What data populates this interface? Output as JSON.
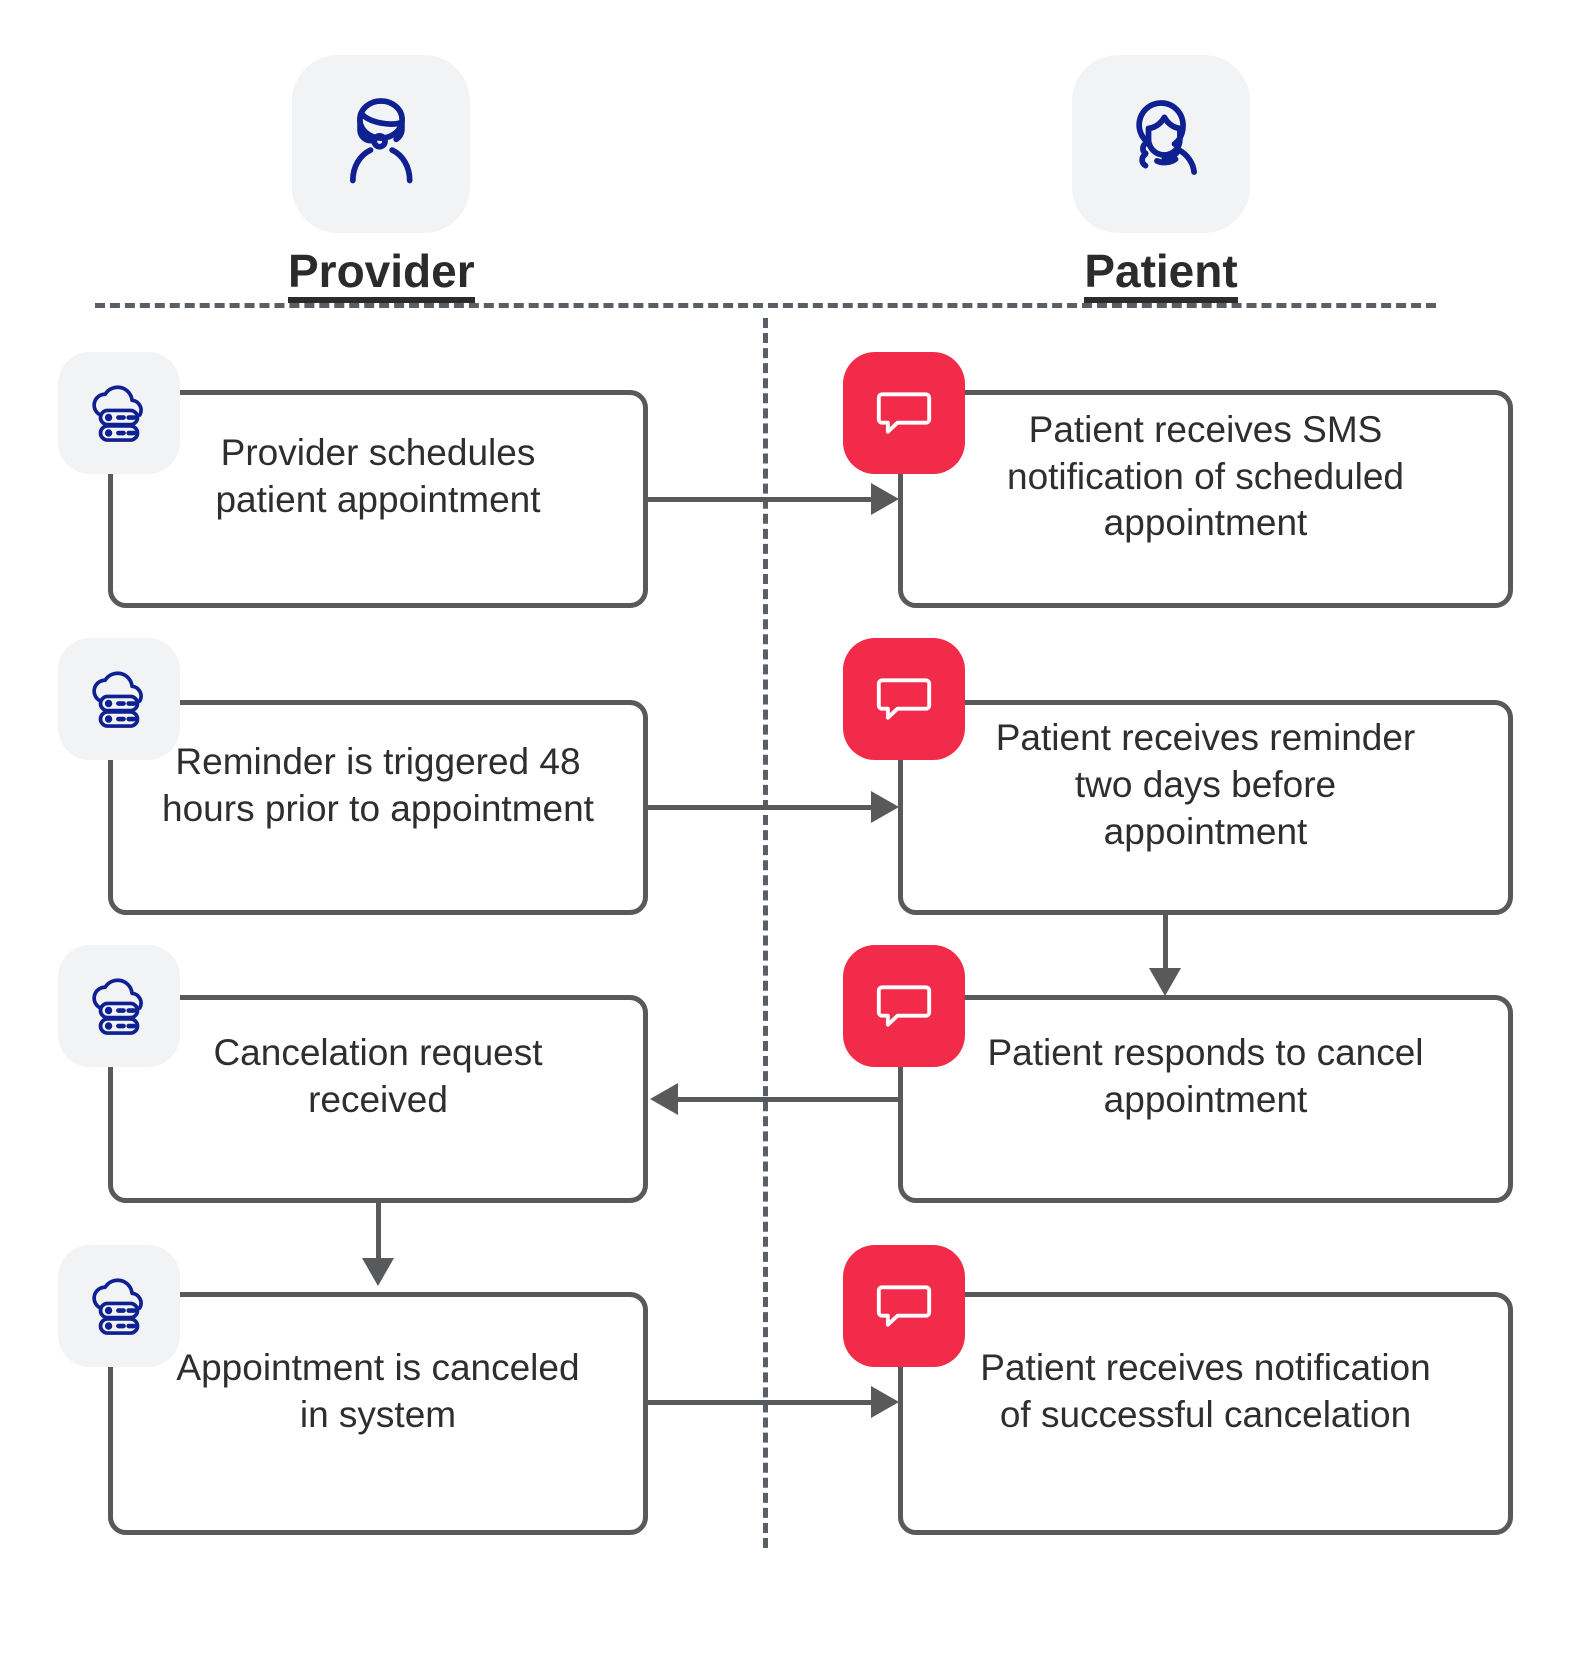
{
  "diagram": {
    "title_provider": "Provider",
    "title_patient": "Patient",
    "colors": {
      "sms_red": "#f22b4a",
      "icon_navy": "#0f2191",
      "tile_grey": "#f2f3f5",
      "stroke_grey": "#58595b",
      "text_dark": "#2e2e2e"
    }
  },
  "lanes": [
    {
      "key": "provider",
      "label": "Provider",
      "icon": "provider-headset-icon",
      "badge_icon": "cloud-server-icon"
    },
    {
      "key": "patient",
      "label": "Patient",
      "icon": "patient-woman-icon",
      "badge_icon": "sms-chat-bubble-icon"
    }
  ],
  "nodes": {
    "provider": [
      {
        "id": "p1",
        "text": "Provider schedules\npatient appointment",
        "badge": "cloud-server-icon"
      },
      {
        "id": "p2",
        "text": "Reminder is triggered 48\nhours prior to appointment",
        "badge": "cloud-server-icon"
      },
      {
        "id": "p3",
        "text": "Cancelation request\nreceived",
        "badge": "cloud-server-icon"
      },
      {
        "id": "p4",
        "text": "Appointment is canceled\nin system",
        "badge": "cloud-server-icon"
      }
    ],
    "patient": [
      {
        "id": "t1",
        "text": "Patient receives SMS\nnotification of scheduled\nappointment",
        "badge": "sms-chat-bubble-icon"
      },
      {
        "id": "t2",
        "text": "Patient receives reminder\ntwo days before\nappointment",
        "badge": "sms-chat-bubble-icon"
      },
      {
        "id": "t3",
        "text": "Patient responds to cancel\nappointment",
        "badge": "sms-chat-bubble-icon"
      },
      {
        "id": "t4",
        "text": "Patient receives notification\nof successful cancelation",
        "badge": "sms-chat-bubble-icon"
      }
    ]
  },
  "flows": [
    {
      "from": "p1",
      "to": "t1",
      "direction": "right"
    },
    {
      "from": "p2",
      "to": "t2",
      "direction": "right"
    },
    {
      "from": "t2",
      "to": "t3",
      "direction": "down"
    },
    {
      "from": "t3",
      "to": "p3",
      "direction": "left"
    },
    {
      "from": "p3",
      "to": "p4",
      "direction": "down"
    },
    {
      "from": "p4",
      "to": "t4",
      "direction": "right"
    }
  ]
}
